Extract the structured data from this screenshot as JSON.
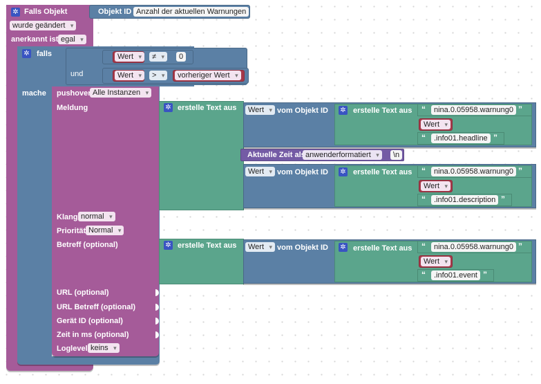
{
  "event_block": {
    "title": "Falls Objekt",
    "trigger": "wurde geändert",
    "ack_label": "anerkannt ist",
    "ack_value": "egal"
  },
  "object_id": {
    "label": "Objekt ID",
    "value": "Anzahl der aktuellen Warnungen"
  },
  "if_block": {
    "if_label": "falls",
    "do_label": "mache",
    "and_label": "und",
    "cond1": {
      "left": "Wert",
      "op": "≠",
      "right": "0"
    },
    "cond2": {
      "left": "Wert",
      "op": ">",
      "right": "vorheriger Wert"
    }
  },
  "pushover": {
    "title": "pushover",
    "instance": "Alle Instanzen",
    "message_label": "Meldung",
    "sound_label": "Klang",
    "sound_value": "normal",
    "priority_label": "Priorität",
    "priority_value": "Normal",
    "subject_label": "Betreff (optional)",
    "url_label": "URL (optional)",
    "url_subject_label": "URL Betreff (optional)",
    "device_label": "Gerät ID (optional)",
    "time_label": "Zeit in ms (optional)",
    "loglevel_label": "Loglevel",
    "loglevel_value": "keins"
  },
  "text_create": {
    "label": "erstelle Text aus"
  },
  "value_of": {
    "value": "Wert",
    "of_object": "vom Objekt ID"
  },
  "time_block": {
    "label": "Aktuelle Zeit als",
    "format": "anwenderformatiert",
    "newline": "\\n"
  },
  "strings": {
    "warn_id": "nina.0.05958.warnung0",
    "headline": ".info01.headline",
    "description": ".info01.description",
    "event": ".info01.event",
    "wert": "Wert"
  },
  "colors": {
    "event": "#a55b99",
    "logic": "#5b80a5",
    "text": "#5ba58c",
    "time": "#745ba5",
    "value": "#a5394a"
  }
}
